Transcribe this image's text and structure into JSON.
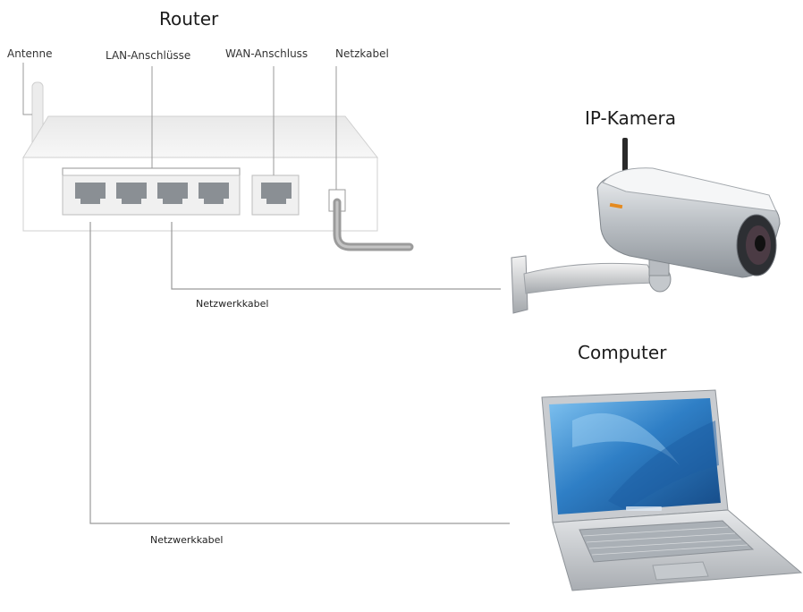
{
  "labels": {
    "router": "Router",
    "antenna": "Antenne",
    "lan_ports": "LAN-Anschlüsse",
    "wan_port": "WAN-Anschluss",
    "power_cable": "Netzkabel",
    "ip_camera": "IP-Kamera",
    "computer": "Computer",
    "network_cable_camera": "Netzwerkkabel",
    "network_cable_computer": "Netzwerkkabel"
  },
  "colors": {
    "router_body": "#f1f1f1",
    "router_outline": "#c9c9c9",
    "port": "#8a8f94",
    "cable": "#9a9a9a",
    "camera_body": "#c7cbcf",
    "laptop_screen": "#2b6fb3",
    "laptop_body": "#d7d9dc"
  },
  "icons": [
    "router-icon",
    "antenna-icon",
    "lan-port-icon",
    "wan-port-icon",
    "power-cable-icon",
    "ip-camera-icon",
    "laptop-icon"
  ]
}
